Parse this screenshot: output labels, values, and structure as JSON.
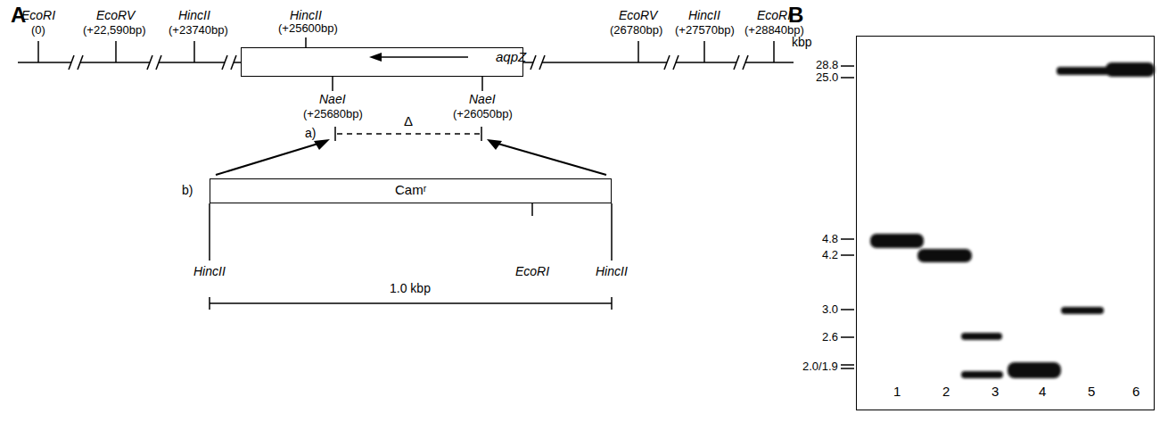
{
  "diagram": {
    "nodes": [
      {
        "text": [
          "aqpZ"
        ]
      },
      {
        "text": [
          "Camʳ"
        ]
      },
      {
        "text": [
          "1",
          "2",
          "3",
          "4",
          "5",
          "6"
        ]
      }
    ],
    "labels": [
      "A",
      "EcoRI",
      "(0)",
      "EcoRV",
      "(+22,590bp)",
      "HincII",
      "(+23740bp)",
      "HincII",
      "(+25600bp)",
      "EcoRV",
      "(26780bp)",
      "HincII",
      "(+27570bp)",
      "EcoRI",
      "(+28840bp)",
      "NaeI",
      "(+25680bp)",
      "NaeI",
      "(+26050bp)",
      "a)",
      "Δ",
      "b)",
      "HincII",
      "EcoRI",
      "HincII",
      "1.0 kbp",
      "B",
      "kbp",
      "28.8",
      "25.0",
      "4.8",
      "4.2",
      "3.0",
      "2.6",
      "2.0/1.9"
    ]
  }
}
